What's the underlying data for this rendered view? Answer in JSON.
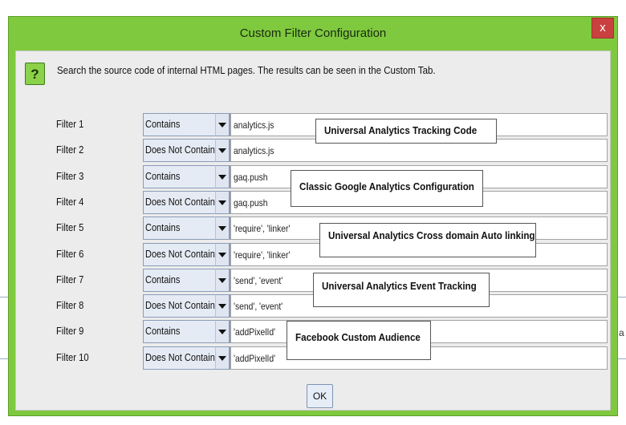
{
  "window": {
    "title": "Custom Filter Configuration",
    "close_label": "x"
  },
  "help": {
    "icon_label": "?",
    "instructions": "Search the source code of internal HTML pages. The results can be seen in the Custom Tab."
  },
  "filters": [
    {
      "label": "Filter 1",
      "mode": "Contains",
      "value": "analytics.js"
    },
    {
      "label": "Filter 2",
      "mode": "Does Not Contain",
      "value": "analytics.js"
    },
    {
      "label": "Filter 3",
      "mode": "Contains",
      "value": "gaq.push"
    },
    {
      "label": "Filter 4",
      "mode": "Does Not Contain",
      "value": "gaq.push"
    },
    {
      "label": "Filter 5",
      "mode": "Contains",
      "value": "'require', 'linker'"
    },
    {
      "label": "Filter 6",
      "mode": "Does Not Contain",
      "value": "'require', 'linker'"
    },
    {
      "label": "Filter 7",
      "mode": "Contains",
      "value": "'send', 'event'"
    },
    {
      "label": "Filter 8",
      "mode": "Does Not Contain",
      "value": "'send', 'event'"
    },
    {
      "label": "Filter 9",
      "mode": "Contains",
      "value": "'addPixelId'"
    },
    {
      "label": "Filter 10",
      "mode": "Does Not Contain",
      "value": "'addPixelId'"
    }
  ],
  "callouts": [
    "Universal Analytics Tracking Code",
    "Classic Google Analytics Configuration",
    "Universal Analytics Cross domain Auto linking",
    "Universal Analytics Event Tracking",
    "Facebook Custom Audience"
  ],
  "ok_label": "OK",
  "background_fragment": "a",
  "colors": {
    "titlebar": "#7fc93f",
    "close_button": "#c9413e",
    "dropdown": "#e5ebf4"
  }
}
